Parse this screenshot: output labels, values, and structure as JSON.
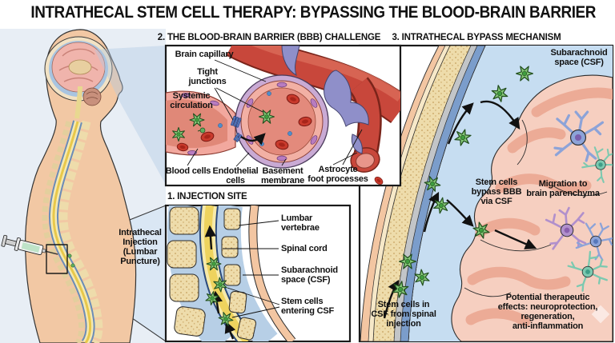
{
  "title": "INTRATHECAL STEM CELL THERAPY: BYPASSING THE BLOOD-BRAIN BARRIER",
  "figure": {
    "injection_label": "Intrathecal\nInjection\n(Lumbar\nPuncture)"
  },
  "panel_bbb": {
    "heading": "2. THE BLOOD-BRAIN BARRIER (BBB) CHALLENGE",
    "labels": {
      "brain_capillary": "Brain capillary",
      "tight_junctions": "Tight\njunctions",
      "systemic_circulation": "Systemic\ncirculation",
      "blood_cells": "Blood cells",
      "endothelial_cells": "Endothelial\ncells",
      "basement_membrane": "Basement\nmembrane",
      "astrocyte_foot_processes": "Astrocyte\nfoot processes"
    }
  },
  "panel_injection": {
    "heading": "1. INJECTION SITE",
    "labels": {
      "lumbar_vertebrae": "Lumbar\nvertebrae",
      "spinal_cord": "Spinal cord",
      "subarachnoid_space": "Subarachnoid\nspace (CSF)",
      "stem_cells_entering": "Stem cells\nentering CSF"
    }
  },
  "panel_bypass": {
    "heading": "3. INTRATHECAL BYPASS MECHANISM",
    "labels": {
      "subarachnoid_space": "Subarachnoid\nspace (CSF)",
      "stem_cells_bypass": "Stem cells\nbypass BBB\nvia CSF",
      "migration": "Migration to\nbrain parenchyma",
      "stem_cells_in_csf": "Stem cells in\nCSF from spinal\ninjection",
      "therapeutic_effects": "Potential therapeutic\neffects: neuroprotection,\nregeneration,\nanti-inflammation"
    }
  },
  "colors": {
    "stem_cell_green": "#86c979",
    "vessel_red": "#c8473b",
    "csf_blue": "#c6ddf1",
    "bone_tan": "#eedcab",
    "brain_pink": "#f6cfc0",
    "astrocyte_purple": "#8f8fc9",
    "neuron_blue": "#8ca3d8",
    "neuron_purple": "#b190cc",
    "neuron_teal": "#7cc9b0"
  }
}
